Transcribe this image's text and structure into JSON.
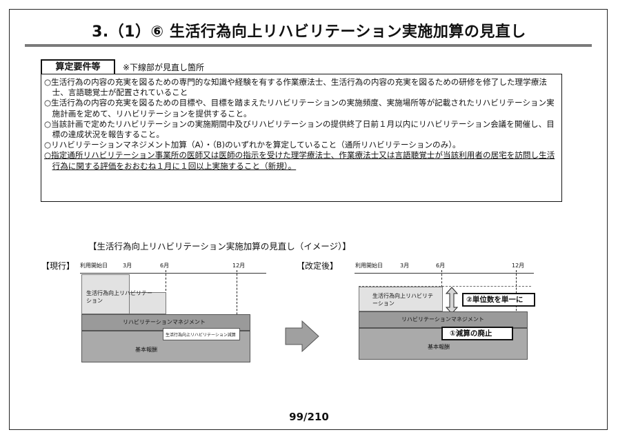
{
  "header": {
    "title": "3.（1）⑥ 生活行為向上リハビリテーション実施加算の見直し"
  },
  "requirements": {
    "label": "算定要件等",
    "note": "※下線部が見直し箇所",
    "items": [
      "○生活行為の内容の充実を図るための専門的な知識や経験を有する作業療法士、生活行為の内容の充実を図るための研修を修了した理学療法士、言語聴覚士が配置されていること",
      "○生活行為の内容の充実を図るための目標や、目標を踏まえたリハビリテーションの実施頻度、実施場所等が記載されたリハビリテーション実施計画を定めて、リハビリテーションを提供すること。",
      "○当該計画で定めたリハビリテーションの実施期間中及びリハビリテーションの提供終了日前１月以内にリハビリテーション会議を開催し、目標の達成状況を報告すること。",
      "○リハビリテーションマネジメント加算（A）・（B)のいずれかを算定していること（通所リハビリテーションのみ）。",
      "○指定通所リハビリテーション事業所の医師又は医師の指示を受けた理学療法士、作業療法士又は言語聴覚士が当該利用者の居宅を訪問し生活行為に関する評価をおおむね１月に１回以上実施すること（新規）。"
    ]
  },
  "diagram": {
    "title": "【生活行為向上リハビリテーション実施加算の見直し（イメージ）】",
    "current": {
      "label": "【現行】",
      "axis": [
        "利用開始日",
        "3月",
        "6月",
        "12月"
      ],
      "rehab_block": "生活行為向上リハビリテーション",
      "mgmt_block": "リハビリテーションマネジメント",
      "reduction_block": "生活行為向上リハビリテーション減算",
      "base_block": "基本報酬"
    },
    "revised": {
      "label": "【改定後】",
      "axis": [
        "利用開始日",
        "3月",
        "6月",
        "12月"
      ],
      "rehab_block": "生活行為向上リハビリテーション",
      "mgmt_block": "リハビリテーションマネジメント",
      "base_block": "基本報酬",
      "callout_unit": "②単位数を単一に",
      "callout_abolish": "①減算の廃止"
    }
  },
  "footer": {
    "page": "99/210"
  }
}
